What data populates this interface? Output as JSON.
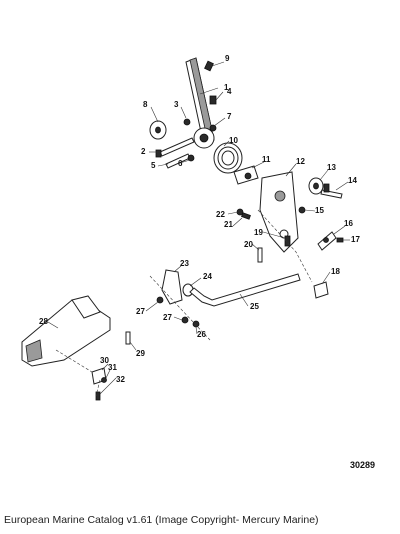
{
  "diagram": {
    "callouts": [
      "1",
      "2",
      "3",
      "4",
      "5",
      "6",
      "7",
      "8",
      "9",
      "10",
      "11",
      "12",
      "13",
      "14",
      "15",
      "16",
      "17",
      "18",
      "19",
      "20",
      "21",
      "22",
      "23",
      "24",
      "25",
      "26",
      "27",
      "27",
      "28",
      "29",
      "30",
      "31",
      "32"
    ],
    "figure_number": "30289",
    "caption": "European Marine Catalog v1.61 (Image Copyright- Mercury Marine)"
  },
  "colors": {
    "line": "#222222",
    "background": "#ffffff"
  }
}
